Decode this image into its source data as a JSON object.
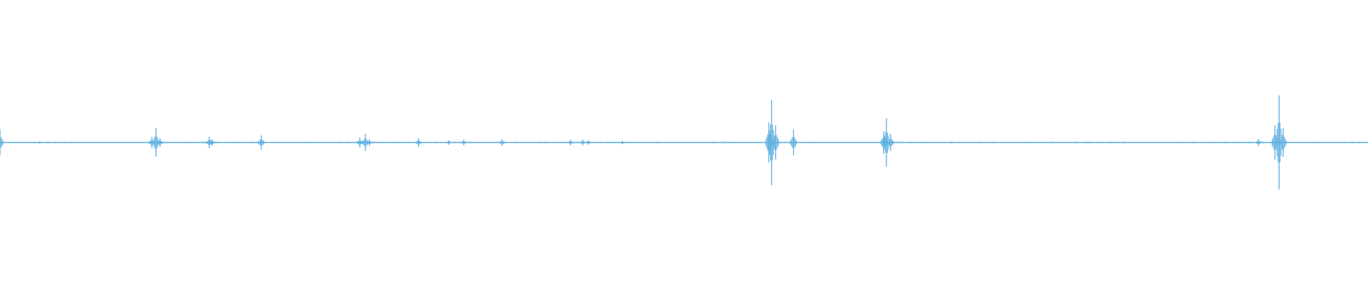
{
  "waveform": {
    "color": "#5aaee0",
    "peaks": [
      {
        "at": 0.0,
        "amp": 0.045
      },
      {
        "at": 0.029,
        "amp": 0.004
      },
      {
        "at": 0.111,
        "amp": 0.02
      },
      {
        "at": 0.114,
        "amp": 0.05
      },
      {
        "at": 0.117,
        "amp": 0.015
      },
      {
        "at": 0.153,
        "amp": 0.02
      },
      {
        "at": 0.155,
        "amp": 0.012
      },
      {
        "at": 0.191,
        "amp": 0.025
      },
      {
        "at": 0.263,
        "amp": 0.018
      },
      {
        "at": 0.267,
        "amp": 0.03
      },
      {
        "at": 0.27,
        "amp": 0.012
      },
      {
        "at": 0.306,
        "amp": 0.015
      },
      {
        "at": 0.328,
        "amp": 0.008
      },
      {
        "at": 0.339,
        "amp": 0.01
      },
      {
        "at": 0.367,
        "amp": 0.012
      },
      {
        "at": 0.417,
        "amp": 0.01
      },
      {
        "at": 0.426,
        "amp": 0.01
      },
      {
        "at": 0.43,
        "amp": 0.008
      },
      {
        "at": 0.455,
        "amp": 0.006
      },
      {
        "at": 0.562,
        "amp": 0.07
      },
      {
        "at": 0.564,
        "amp": 0.15
      },
      {
        "at": 0.567,
        "amp": 0.06
      },
      {
        "at": 0.58,
        "amp": 0.045
      },
      {
        "at": 0.646,
        "amp": 0.04
      },
      {
        "at": 0.648,
        "amp": 0.085
      },
      {
        "at": 0.651,
        "amp": 0.03
      },
      {
        "at": 0.92,
        "amp": 0.012
      },
      {
        "at": 0.932,
        "amp": 0.06
      },
      {
        "at": 0.935,
        "amp": 0.165
      },
      {
        "at": 0.938,
        "amp": 0.05
      }
    ]
  }
}
